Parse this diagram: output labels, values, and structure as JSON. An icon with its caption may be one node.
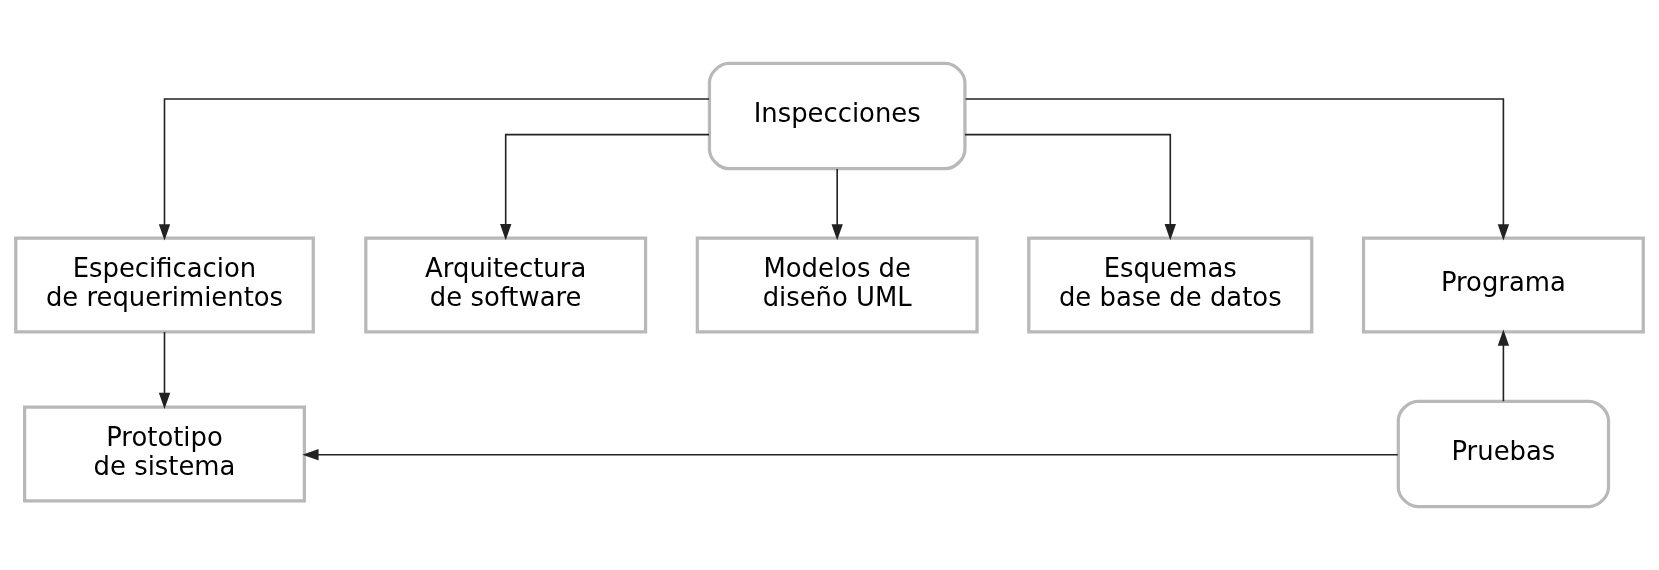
{
  "diagram": {
    "nodes": [
      {
        "text": [
          "Inspecciones"
        ]
      },
      {
        "text": [
          "Especificacion de requerimientos"
        ]
      },
      {
        "text": [
          "Arquitectura de software"
        ]
      },
      {
        "text": [
          "Modelos de diseño UML"
        ]
      },
      {
        "text": [
          "Esquemas de base de datos"
        ]
      },
      {
        "text": [
          "Programa"
        ]
      },
      {
        "text": [
          "Prototipo de sistema"
        ]
      },
      {
        "text": [
          "Pruebas"
        ]
      }
    ],
    "edges": [
      {
        "from": 0,
        "to": 1,
        "arrow": "to"
      },
      {
        "from": 0,
        "to": 2,
        "arrow": "to"
      },
      {
        "from": 0,
        "to": 3,
        "arrow": "to"
      },
      {
        "from": 0,
        "to": 4,
        "arrow": "to"
      },
      {
        "from": 0,
        "to": 5,
        "arrow": "to"
      },
      {
        "from": 1,
        "to": 6,
        "arrow": "to"
      },
      {
        "from": 7,
        "to": 5,
        "arrow": "to"
      },
      {
        "from": 7,
        "to": 6,
        "arrow": "to"
      }
    ]
  }
}
